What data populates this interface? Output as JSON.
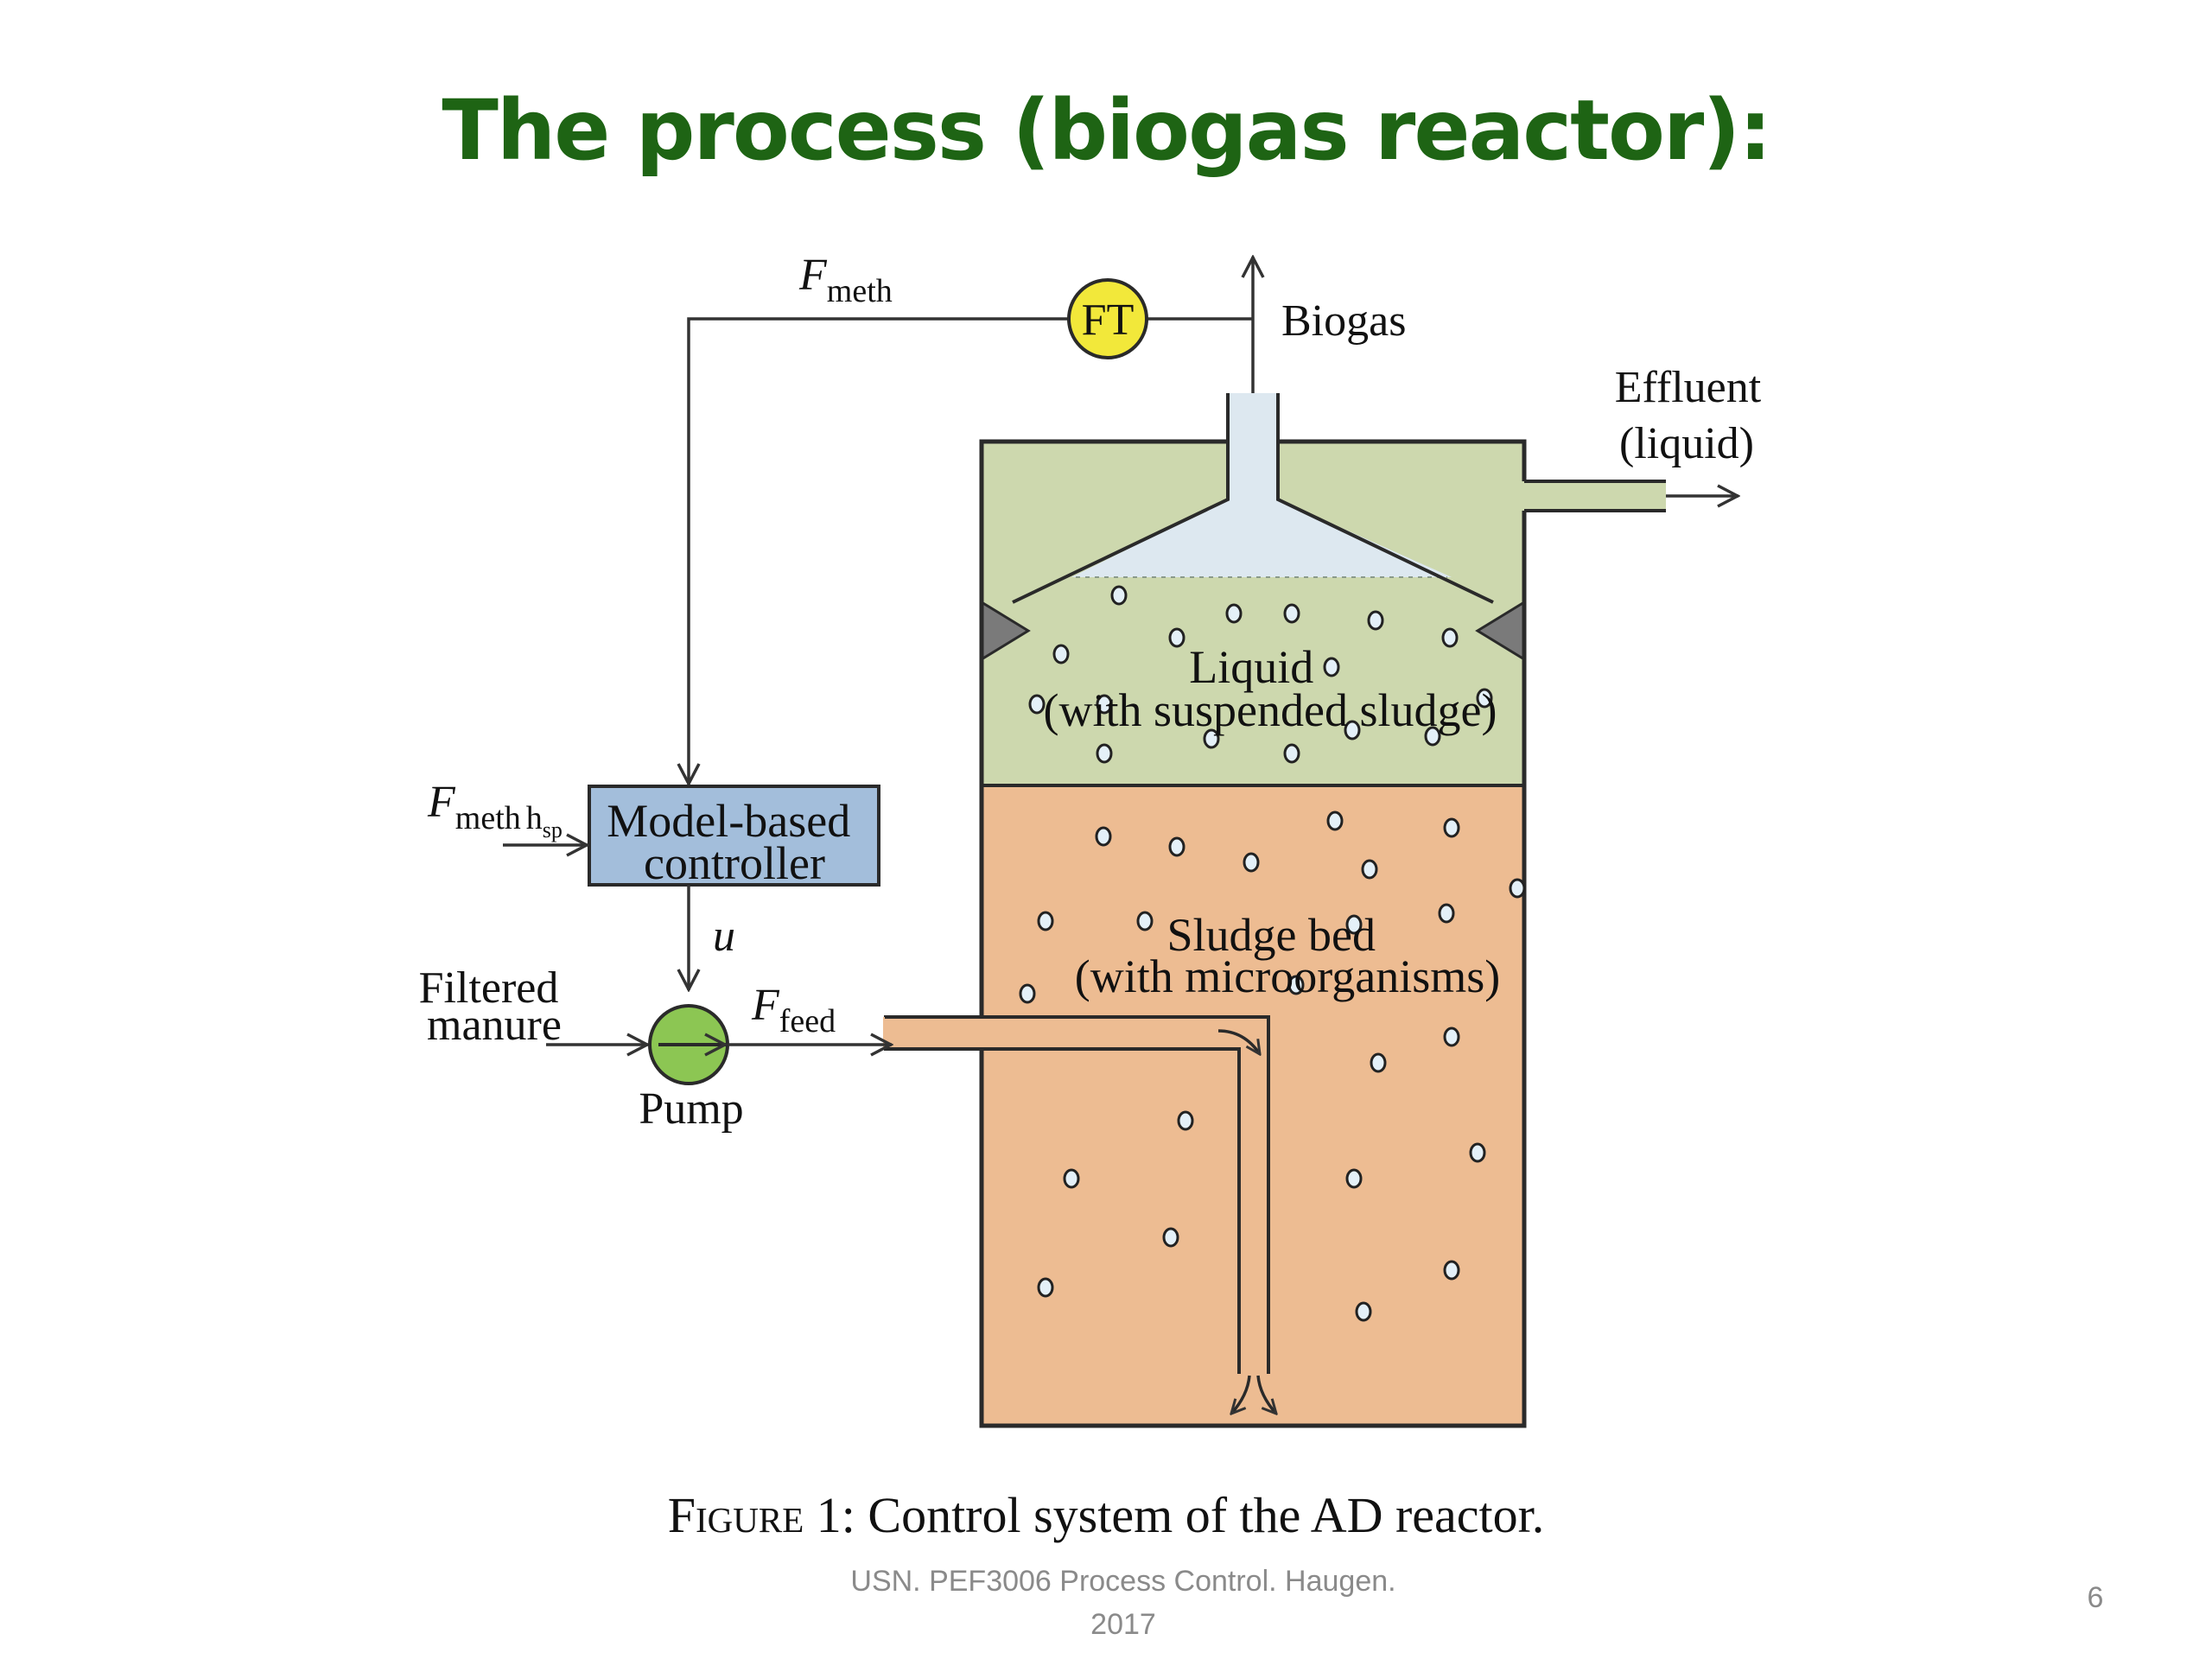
{
  "slide": {
    "title": "The process (biogas reactor):",
    "page_number": "6",
    "footer_line1": "USN. PEF3006 Process Control. Haugen.",
    "footer_line2": "2017"
  },
  "figure": {
    "caption_label": "Figure 1",
    "caption_text": ": Control system of the AD reactor."
  },
  "diagram": {
    "signals": {
      "f_meth": {
        "main": "F",
        "sub": "meth"
      },
      "f_meth_sp": {
        "main": "F",
        "sub": "meth",
        "sub_h": "h",
        "sub_sp": "sp"
      },
      "u": "u",
      "f_feed": {
        "main": "F",
        "sub": "feed"
      }
    },
    "components": {
      "flow_transmitter": "FT",
      "controller_line1": "Model-based",
      "controller_line2": "controller",
      "pump": "Pump"
    },
    "streams": {
      "biogas": "Biogas",
      "effluent_line1": "Effluent",
      "effluent_line2": "(liquid)",
      "filtered_line1": "Filtered",
      "filtered_line2": "manure"
    },
    "zones": {
      "liquid_line1": "Liquid",
      "liquid_line2": "(with suspended sludge)",
      "sludge_line1": "Sludge bed",
      "sludge_line2": "(with microorganisms)"
    },
    "colors": {
      "title_green": "#1e6414",
      "liquid_zone": "#cdd8ae",
      "sludge_zone": "#edbc92",
      "gas_zone": "#dde8f0",
      "controller": "#a3bedb",
      "pump": "#8cc653",
      "flow_transmitter": "#f2e83a",
      "baffle": "#7a7a7a",
      "bubble": "#e4f0f8"
    }
  }
}
